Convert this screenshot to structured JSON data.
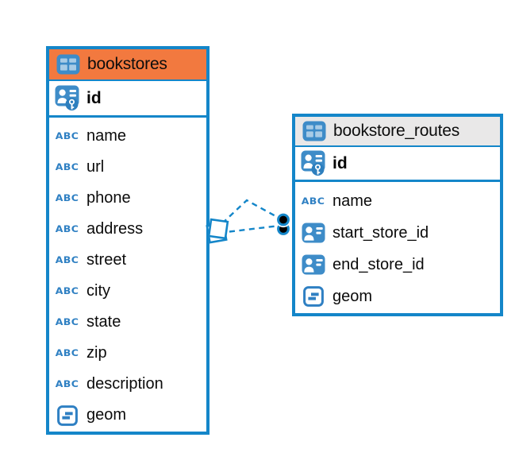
{
  "diagram": {
    "background": "#ffffff",
    "colors": {
      "table_border": "#1486C9",
      "header_orange": "#F2793F",
      "header_gray": "#E9E8E8",
      "icon_blue": "#3E8CC8",
      "type_text_blue": "#2F80C3",
      "connector_blue": "#1486C9",
      "text": "#0b0b0b"
    }
  },
  "icons": {
    "table_icon": "table-grid-icon",
    "primary_key_icon": "user-key-icon",
    "foreign_key_icon": "user-card-icon",
    "text_type_icon": "abc-text-icon",
    "text_type_glyph": "ABC",
    "geometry_type_icon": "geometry-icon"
  },
  "tables": [
    {
      "title": "bookstores",
      "header_style": "orange",
      "primary_key": {
        "name": "id"
      },
      "fields": [
        {
          "name": "name",
          "type": "text"
        },
        {
          "name": "url",
          "type": "text"
        },
        {
          "name": "phone",
          "type": "text"
        },
        {
          "name": "address",
          "type": "text"
        },
        {
          "name": "street",
          "type": "text"
        },
        {
          "name": "city",
          "type": "text"
        },
        {
          "name": "state",
          "type": "text"
        },
        {
          "name": "zip",
          "type": "text"
        },
        {
          "name": "description",
          "type": "text"
        },
        {
          "name": "geom",
          "type": "geometry"
        }
      ]
    },
    {
      "title": "bookstore_routes",
      "header_style": "gray",
      "primary_key": {
        "name": "id"
      },
      "fields": [
        {
          "name": "name",
          "type": "text"
        },
        {
          "name": "start_store_id",
          "type": "foreign-key"
        },
        {
          "name": "end_store_id",
          "type": "foreign-key"
        },
        {
          "name": "geom",
          "type": "geometry"
        }
      ]
    }
  ],
  "relationships": [
    {
      "from_table": "bookstores",
      "to_table": "bookstore_routes",
      "style": "dashed",
      "lines": 2
    }
  ]
}
